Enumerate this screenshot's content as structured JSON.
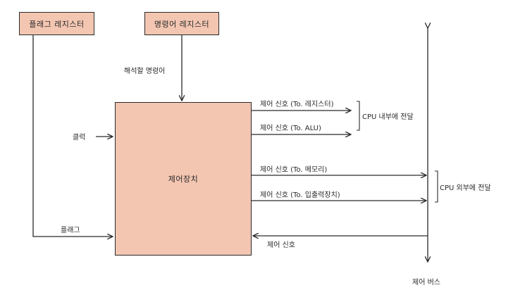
{
  "boxes": {
    "flag_register": "플래그 레지스터",
    "instruction_register": "명령어 레지스터",
    "control_unit": "제어장치"
  },
  "labels": {
    "decode_instruction": "해석할 명령어",
    "clock": "클럭",
    "flag": "플래그",
    "sig_register": "제어 신호 (To. 레지스터)",
    "sig_alu": "제어 신호 (To. ALU)",
    "sig_memory": "제어 신호 (To. 메모리)",
    "sig_io": "제어 신호 (To. 입출력장치)",
    "sig_in": "제어 신호",
    "cpu_internal": "CPU 내부에 전달",
    "cpu_external": "CPU 외부에 전달",
    "control_bus": "제어 버스"
  },
  "colors": {
    "box_fill": "#f3c6b2",
    "line": "#2a2a2a"
  }
}
